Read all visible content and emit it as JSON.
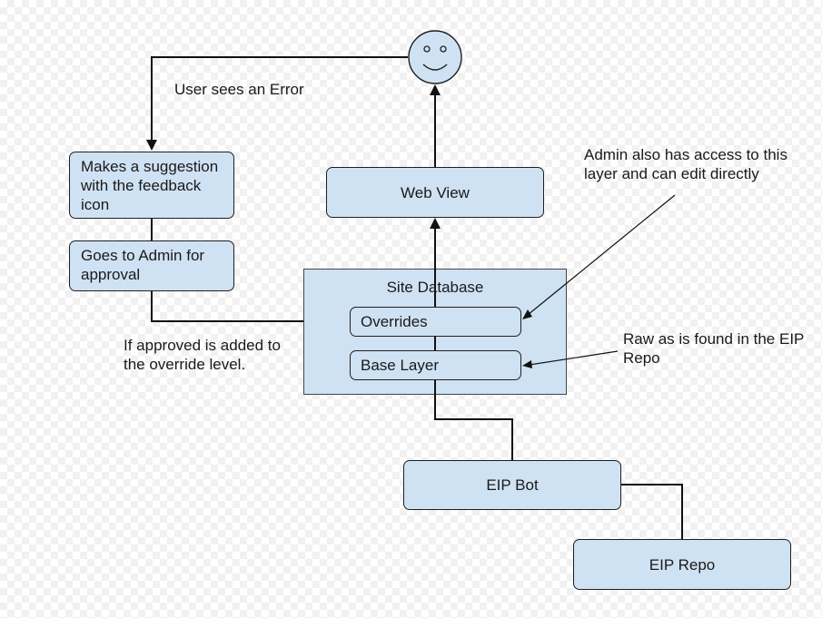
{
  "nodes": {
    "suggestion": "Makes a suggestion with the feedback icon",
    "admin": "Goes to Admin for approval",
    "web_view": "Web View",
    "site_db": "Site Database",
    "overrides": "Overrides",
    "base_layer": "Base Layer",
    "eip_bot": "EIP Bot",
    "eip_repo": "EIP Repo"
  },
  "notes": {
    "user_error": "User sees an Error",
    "approved": "If approved is added to the override level.",
    "admin_access": "Admin also has access to this layer and can edit directly",
    "raw": "Raw as is found in the EIP Repo"
  },
  "icons": {
    "user": "smiley-face-icon"
  },
  "colors": {
    "box_fill": "#cfe2f3",
    "stroke": "#1f1f1f"
  }
}
